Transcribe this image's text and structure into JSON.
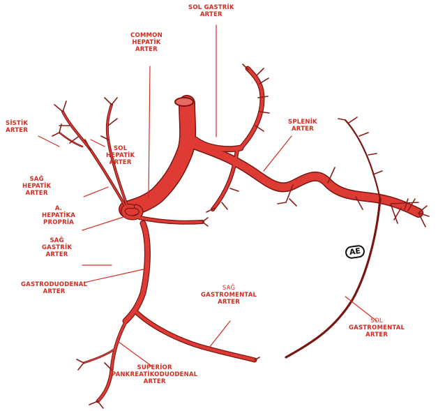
{
  "labels": {
    "sol_gastrik": [
      "SOL GASTRİK",
      "ARTER"
    ],
    "common_hepatik": [
      "COMMON",
      "HEPATİK",
      "ARTER"
    ],
    "sistik": [
      "SİSTİK",
      "ARTER"
    ],
    "sol_hepatik": [
      "SOL",
      "HEPATİK",
      "ARTER"
    ],
    "splenik": [
      "SPLENİK",
      "ARTER"
    ],
    "sag_hepatik": [
      "SAĞ",
      "HEPATİK",
      "ARTER"
    ],
    "hepatika_propria": [
      "A.",
      "HEPATİKA",
      "PROPRİA"
    ],
    "sag_gastrik": [
      "SAĞ",
      "GASTRİK",
      "ARTER"
    ],
    "gastroduodenal": [
      "GASTRODUODENAL",
      "ARTER"
    ],
    "sag_gastromental": [
      "SAĞ",
      "GASTROMENTAL",
      "ARTER"
    ],
    "sol_gastromental": [
      "SOL",
      "GASTROMENTAL",
      "ARTER"
    ],
    "superior_pankreatikoduodenal": [
      "SUPERİOR",
      "PANKREATİKODUODENAL",
      "ARTER"
    ]
  },
  "badge": "AE",
  "colors": {
    "artery_fill": "#dd3b34",
    "artery_outline": "#7a1512",
    "leader_line": "#d62a20",
    "label_text": "#d62a20"
  }
}
